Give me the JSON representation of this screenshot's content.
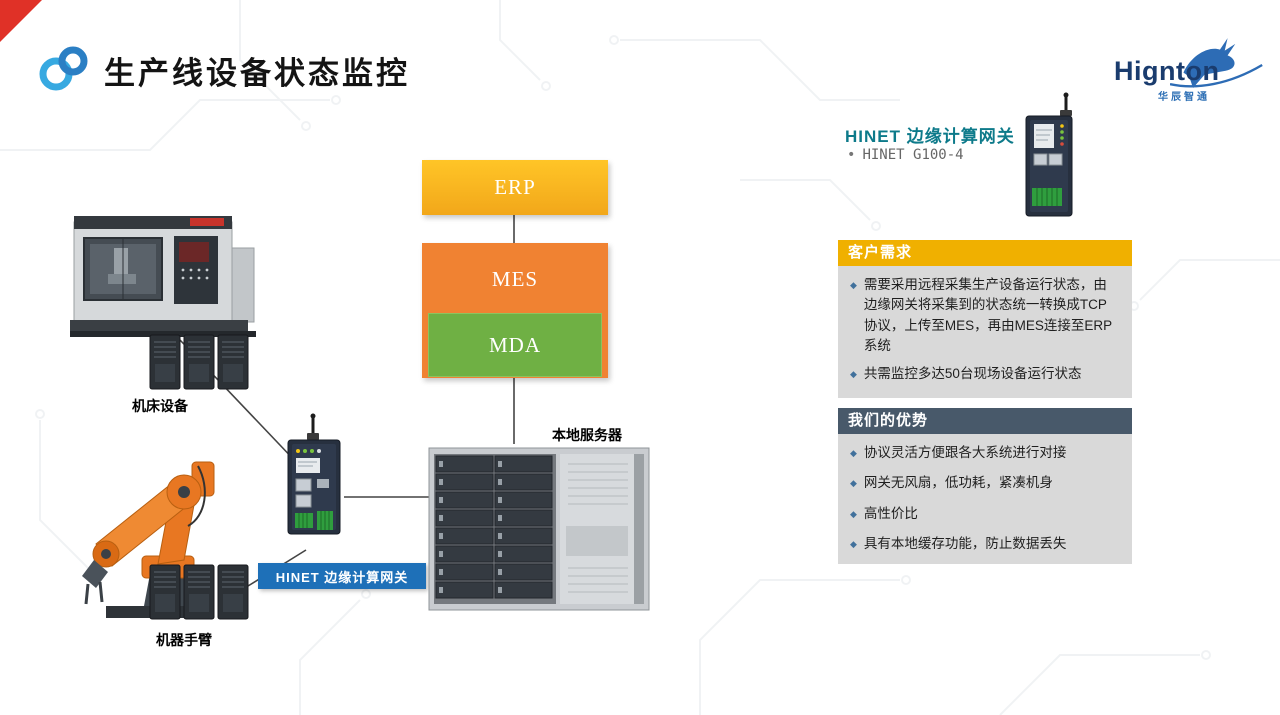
{
  "header": {
    "title": "生产线设备状态监控",
    "brand": {
      "name": "Hignton",
      "subtitle": "华辰智通"
    }
  },
  "icons": {
    "bullet_diamond": "◆",
    "bullet_dot": "•",
    "rings_logo": "rings-logo",
    "deer_logo": "deer-logo"
  },
  "colors": {
    "erp": "#FBB316",
    "mes": "#F08232",
    "mda": "#6FB044",
    "needs_header": "#F0B000",
    "advantages_header": "#48596A",
    "panel_body": "#D9D9D9",
    "gateway_label_bg": "#1E70B8",
    "product_title_teal": "#0D7A8A",
    "corner_ribbon_red": "#E03127"
  },
  "diagram": {
    "erp": "ERP",
    "mes": "MES",
    "mda": "MDA",
    "local_server": "本地服务器",
    "machine": "机床设备",
    "robot": "机器手臂",
    "gateway": "HINET 边缘计算网关"
  },
  "product": {
    "title": "HINET 边缘计算网关",
    "model": "HINET  G100-4"
  },
  "customer_needs": {
    "title": "客户需求",
    "items": [
      "需要采用远程采集生产设备运行状态，由边缘网关将采集到的状态统一转换成TCP协议，上传至MES，再由MES连接至ERP系统",
      "共需监控多达50台现场设备运行状态"
    ]
  },
  "advantages": {
    "title": "我们的优势",
    "items": [
      "协议灵活方便跟各大系统进行对接",
      "网关无风扇，低功耗，紧凑机身",
      "高性价比",
      "具有本地缓存功能，防止数据丢失"
    ]
  }
}
